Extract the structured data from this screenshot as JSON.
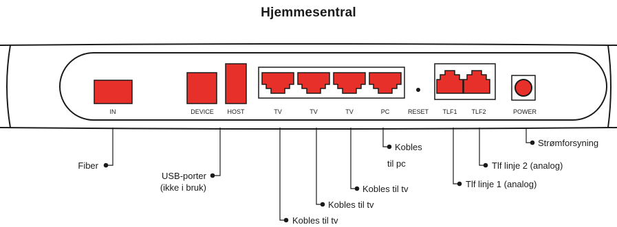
{
  "title": "Hjemmesentral",
  "colors": {
    "port_red": "#e8302b",
    "outline": "#1a1a1a",
    "background": "#ffffff"
  },
  "ports": {
    "in": "IN",
    "device": "DEVICE",
    "host": "HOST",
    "tv1": "TV",
    "tv2": "TV",
    "tv3": "TV",
    "pc": "PC",
    "reset": "RESET",
    "tlf1": "TLF1",
    "tlf2": "TLF2",
    "power": "POWER"
  },
  "callouts": {
    "fiber": "Fiber",
    "usb_line1": "USB-porter",
    "usb_line2": "(ikke i bruk)",
    "tv1": "Kobles til tv",
    "tv2": "Kobles til tv",
    "tv3": "Kobles til tv",
    "pc_line1": "Kobles",
    "pc_line2": "til pc",
    "tlf1": "Tlf linje 1 (analog)",
    "tlf2": "Tlf linje 2 (analog)",
    "power": "Strømforsyning"
  }
}
